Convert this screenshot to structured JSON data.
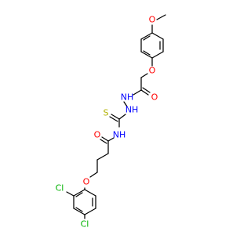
{
  "structure": {
    "atom_labels": {
      "methoxy_O": "O",
      "ether_O_top": "O",
      "carbonyl_O_top": "O",
      "hydrazide_NH_1": "NH",
      "hydrazide_NH_2": "NH",
      "thione_S": "S",
      "thioamide_NH": "NH",
      "carbonyl_O_mid": "O",
      "ether_O_bottom": "O",
      "chloro_upper": "Cl",
      "chloro_lower": "Cl"
    },
    "colors": {
      "bond": "#000000",
      "oxygen": "#ff0000",
      "nitrogen": "#0000ff",
      "sulfur": "#b2b200",
      "chlorine": "#00b200",
      "background": "#ffffff"
    }
  }
}
